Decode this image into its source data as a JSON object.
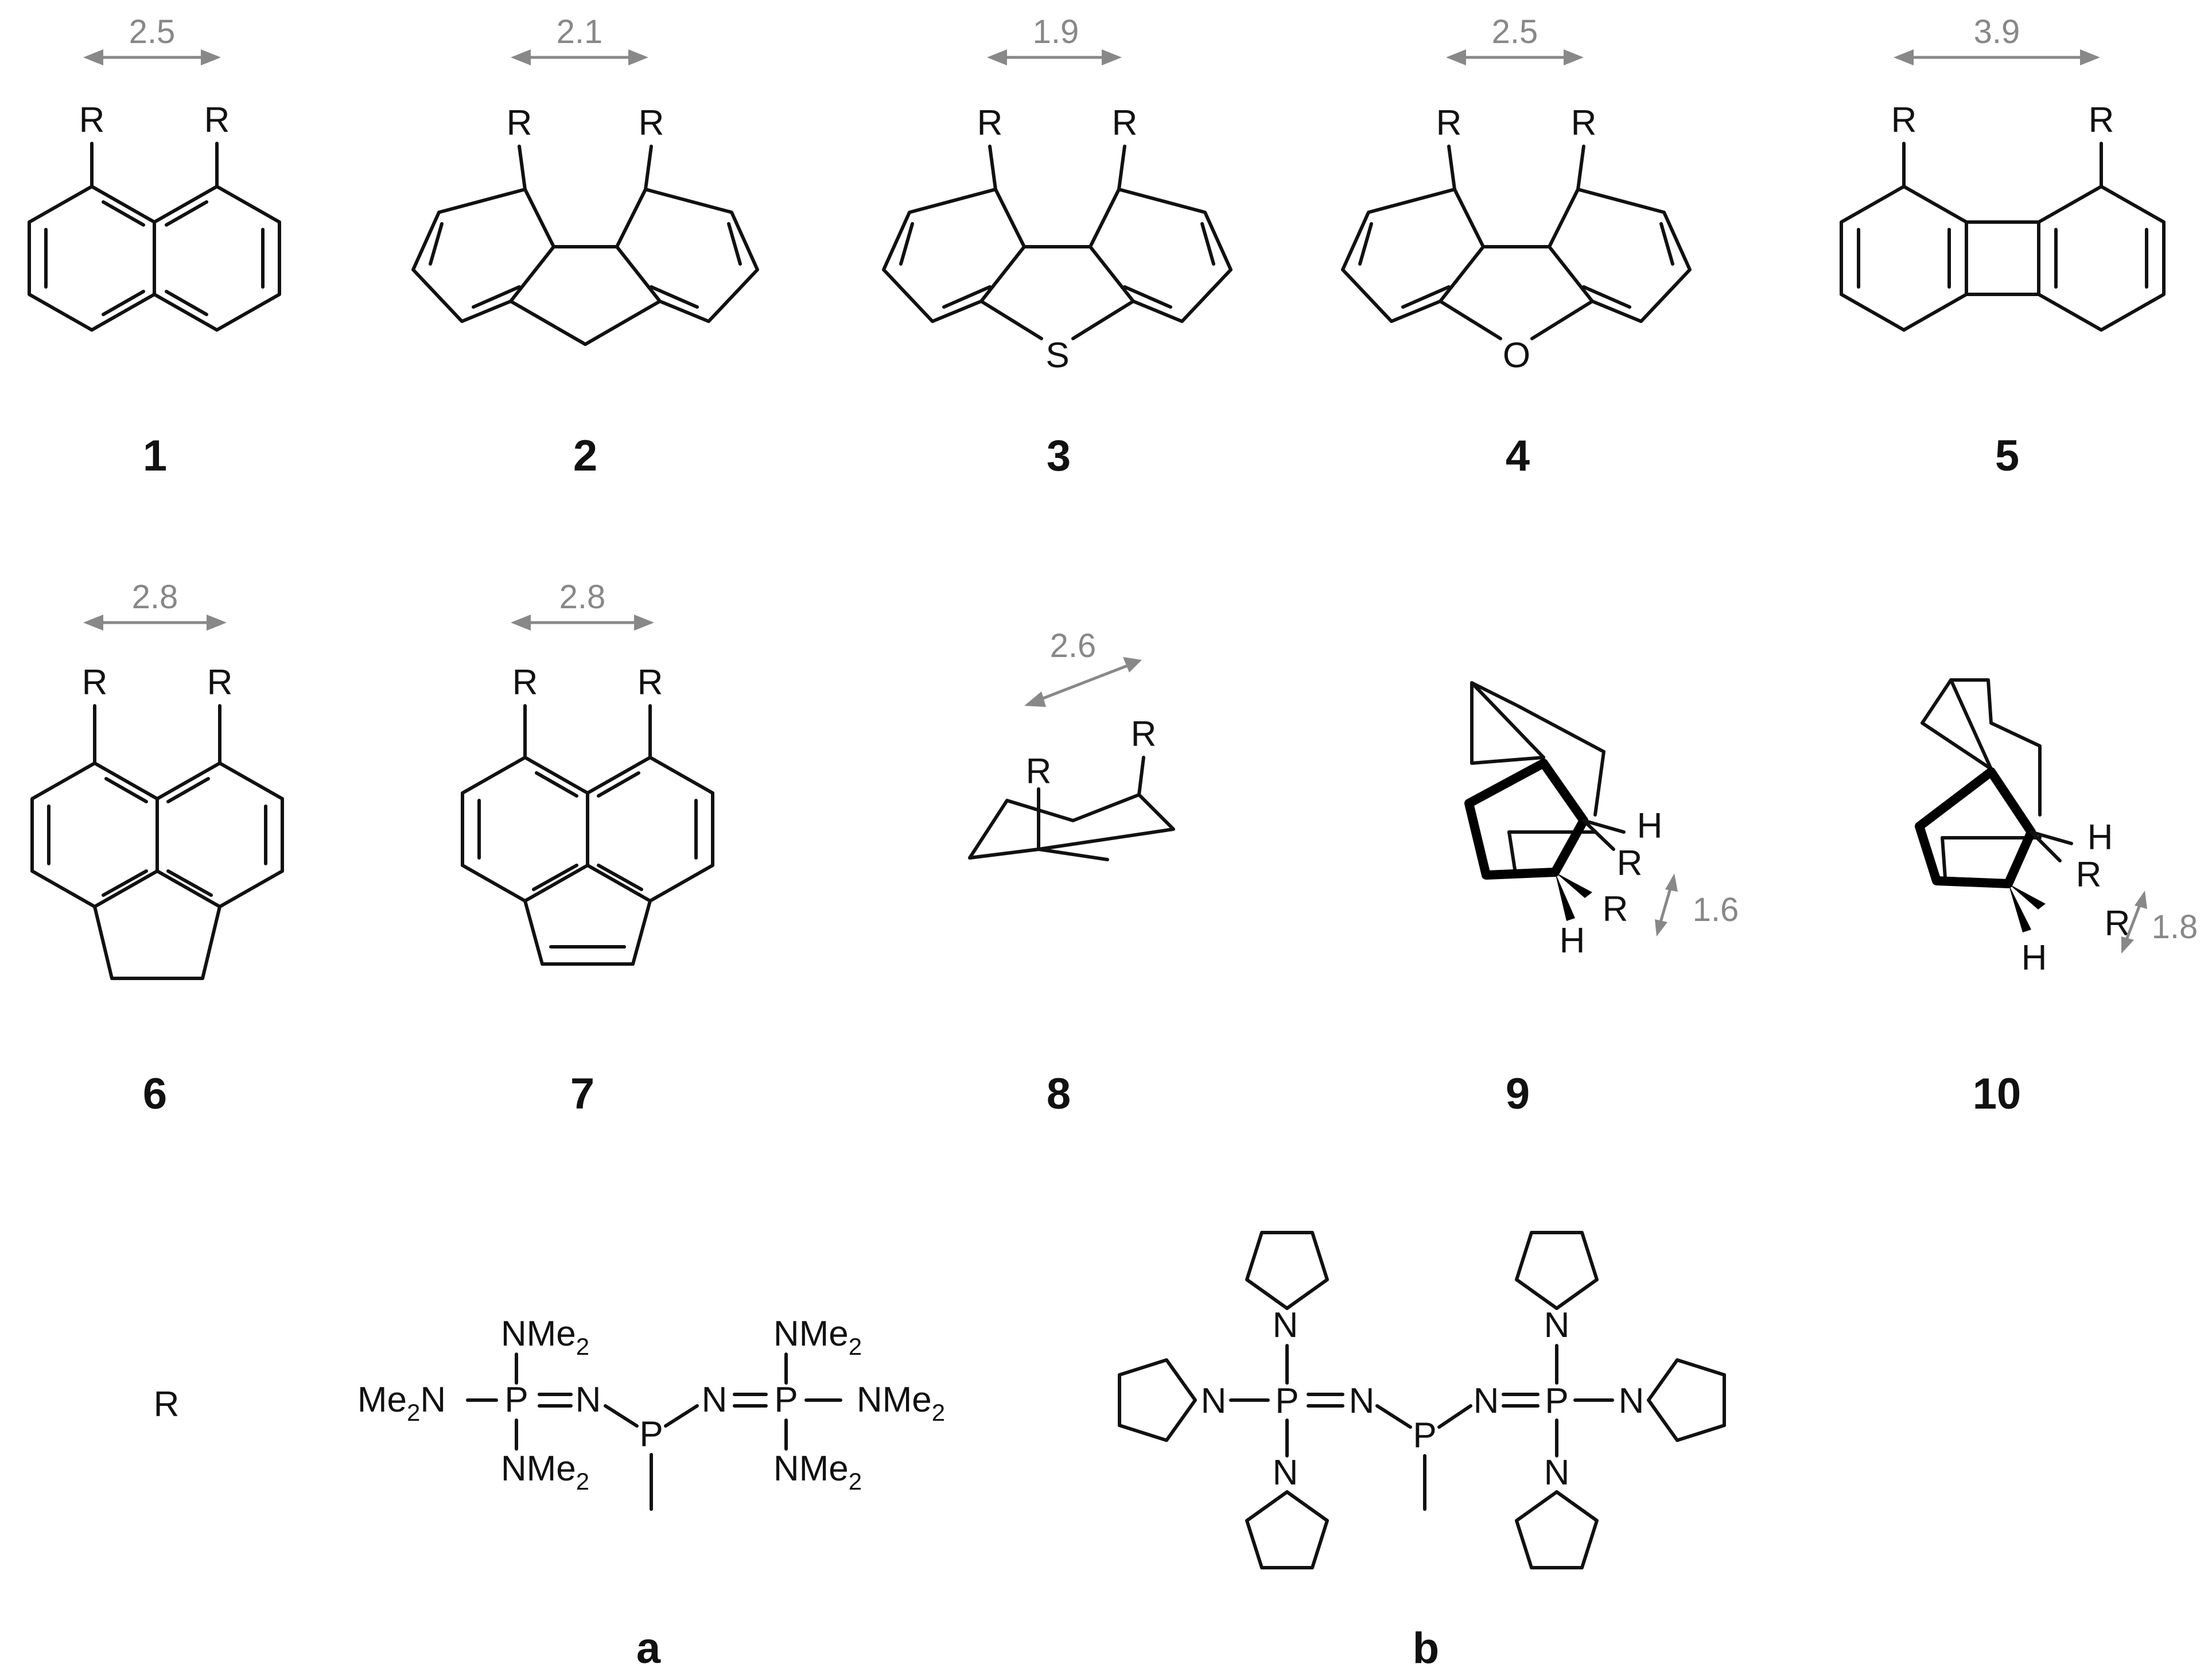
{
  "figure": {
    "substituent_symbol": "R",
    "compounds": [
      {
        "label": "1",
        "distance": "2.5"
      },
      {
        "label": "2",
        "distance": "2.1"
      },
      {
        "label": "3",
        "distance": "1.9",
        "heteroatom": "S"
      },
      {
        "label": "4",
        "distance": "2.5",
        "heteroatom": "O"
      },
      {
        "label": "5",
        "distance": "3.9"
      },
      {
        "label": "6",
        "distance": "2.8"
      },
      {
        "label": "7",
        "distance": "2.8"
      },
      {
        "label": "8",
        "distance": "2.6"
      },
      {
        "label": "9",
        "distance": "1.6",
        "h_symbol": "H"
      },
      {
        "label": "10",
        "distance": "1.8",
        "h_symbol": "H"
      }
    ],
    "r_row": {
      "legend_symbol": "R",
      "a": {
        "label": "a",
        "center_atom": "P",
        "phosphorus": "P",
        "nitrogen": "N",
        "nme2_top_left": "NMe",
        "nme2_left": "Me",
        "nme2_bottom_left": "NMe",
        "nme2_top_right": "NMe",
        "nme2_right": "NMe",
        "nme2_bottom_right": "NMe",
        "subscript": "2"
      },
      "b": {
        "label": "b",
        "center_atom": "P",
        "phosphorus": "P",
        "nitrogen": "N"
      }
    }
  }
}
